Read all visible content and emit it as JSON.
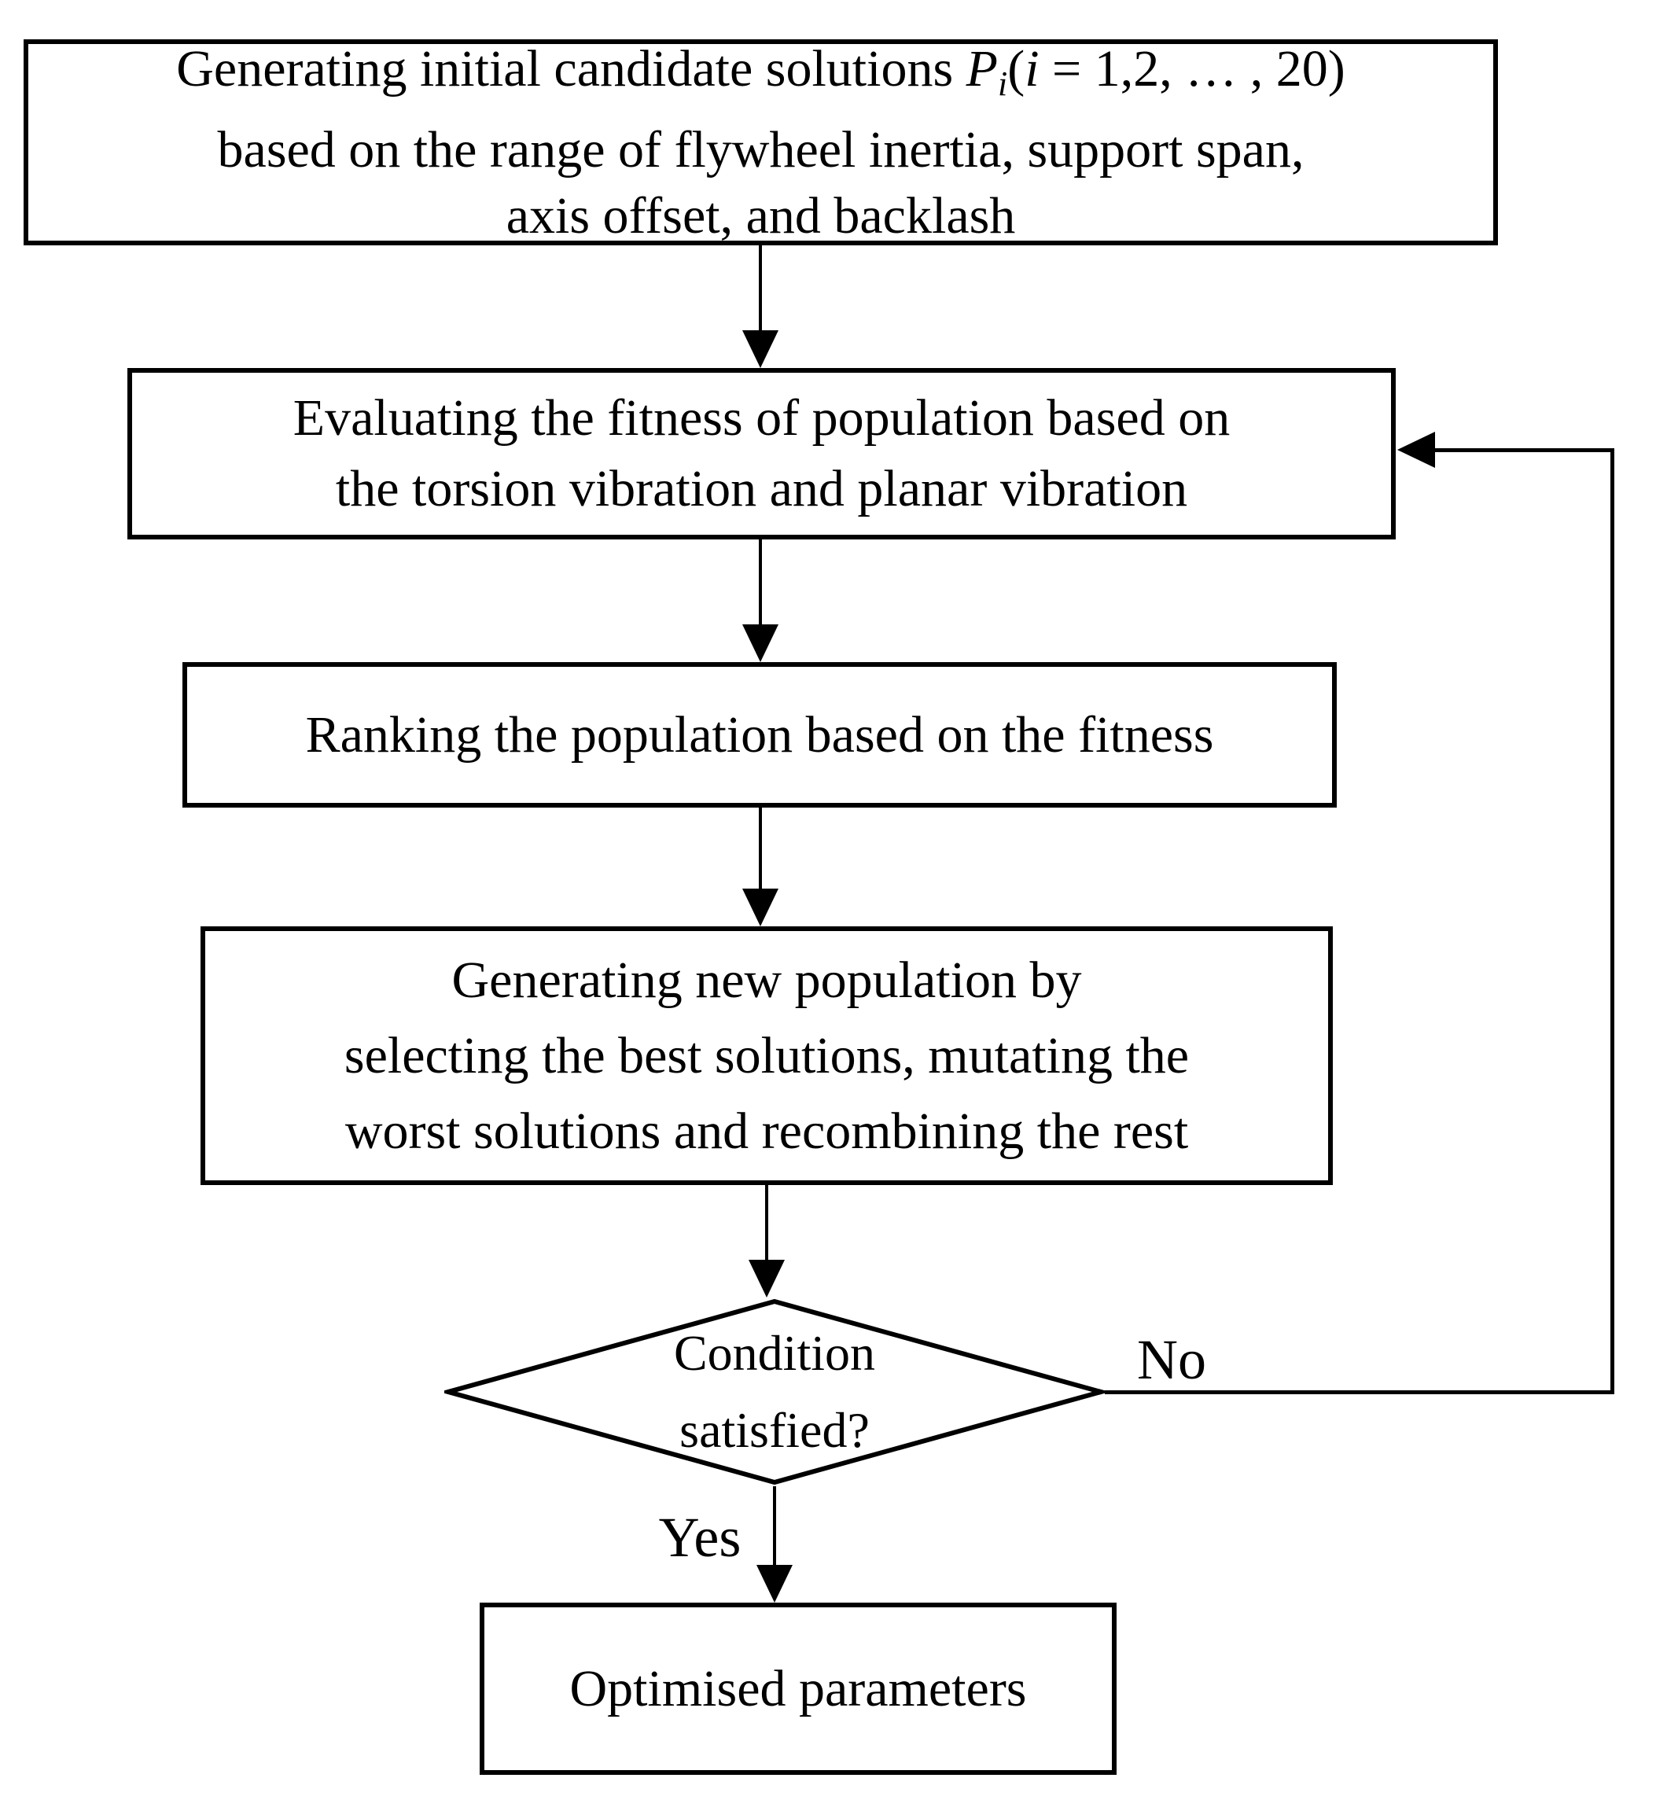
{
  "boxes": {
    "generate_initial": {
      "line1_prefix": "Generating initial candidate solutions ",
      "line1_var": "P",
      "line1_var_sub": "i",
      "line1_open": "(",
      "line1_iter": "i",
      "line1_rest": " = 1,2, … , 20)",
      "line2": "based on the range of flywheel inertia, support span,",
      "line3": "axis offset, and backlash"
    },
    "evaluate_fitness": {
      "line1": "Evaluating the fitness of population based on",
      "line2": "the torsion vibration and planar vibration"
    },
    "rank_population": {
      "line1": "Ranking the population based on the fitness"
    },
    "generate_new": {
      "line1": "Generating new population by",
      "line2": "selecting the best solutions, mutating the",
      "line3": "worst solutions and recombining the rest"
    },
    "optimised": {
      "line1": "Optimised parameters"
    }
  },
  "decision": {
    "line1": "Condition",
    "line2": "satisfied?"
  },
  "labels": {
    "no": "No",
    "yes": "Yes"
  },
  "colors": {
    "stroke": "#000000",
    "background": "#ffffff"
  }
}
